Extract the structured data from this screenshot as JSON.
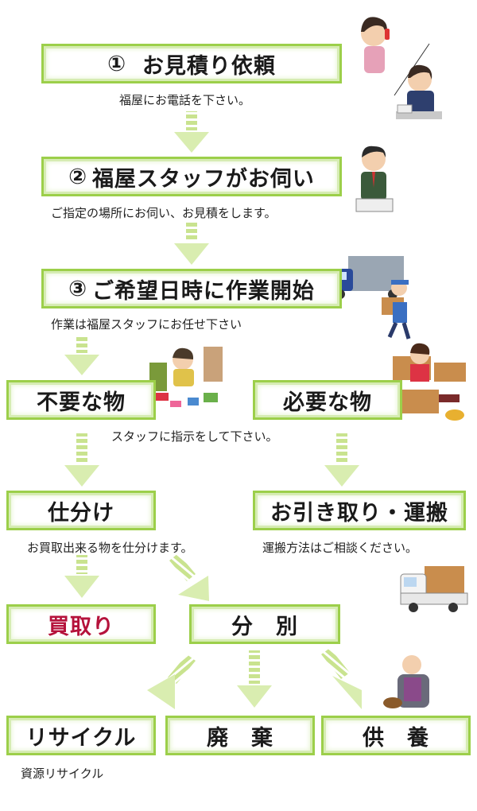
{
  "steps": [
    {
      "num": "①",
      "title": "お見積り依頼",
      "caption": "福屋にお電話を下さい。"
    },
    {
      "num": "②",
      "title": "福屋スタッフがお伺い",
      "caption": "ご指定の場所にお伺い、お見積をします。"
    },
    {
      "num": "③",
      "title": "ご希望日時に作業開始",
      "caption": "作業は福屋スタッフにお任せ下さい"
    }
  ],
  "branch": {
    "unneeded": "不要な物",
    "needed": "必要な物",
    "caption": "スタッフに指示をして下さい。"
  },
  "sort": {
    "label": "仕分け",
    "caption": "お買取出来る物を仕分けます。"
  },
  "transport": {
    "label": "お引き取り・運搬",
    "caption": "運搬方法はご相談ください。"
  },
  "buy": {
    "label": "買取り"
  },
  "separate": {
    "label": "分　別"
  },
  "final": {
    "recycle": "リサイクル",
    "dispose": "廃　棄",
    "memorial": "供　養",
    "recycle_caption": "資源リサイクル"
  },
  "colors": {
    "box_border": "#9ccf4a",
    "arrow": "#c9e38f",
    "buy_text": "#b5123b"
  }
}
